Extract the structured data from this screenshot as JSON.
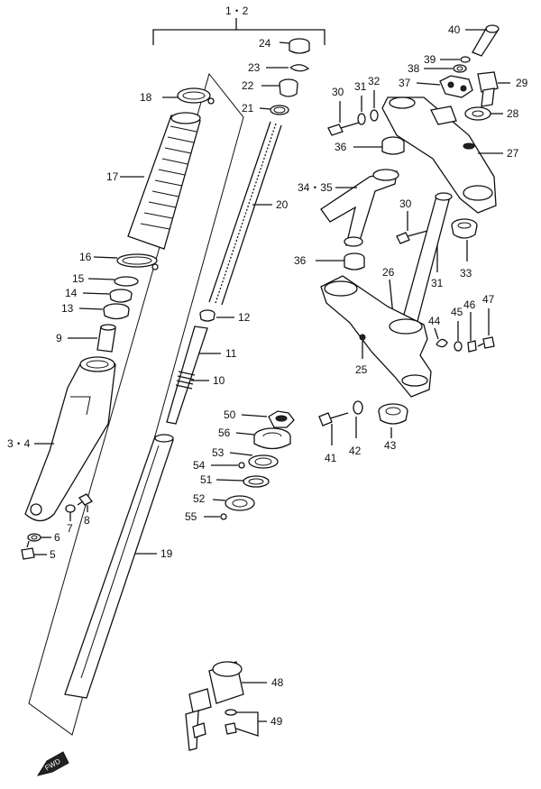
{
  "labels": {
    "l_12top": "1・2",
    "l24": "24",
    "l23": "23",
    "l22": "22",
    "l21": "21",
    "l20": "20",
    "l18": "18",
    "l17": "17",
    "l16": "16",
    "l15": "15",
    "l14": "14",
    "l13": "13",
    "l9": "9",
    "l34": "3・4",
    "l7": "7",
    "l8": "8",
    "l6": "6",
    "l5": "5",
    "l12": "12",
    "l11": "11",
    "l10": "10",
    "l19": "19",
    "l50": "50",
    "l56": "56",
    "l53": "53",
    "l54": "54",
    "l51": "51",
    "l52": "52",
    "l55": "55",
    "l40": "40",
    "l39": "39",
    "l38": "38",
    "l37": "37",
    "l29": "29",
    "l28": "28",
    "l27": "27",
    "l30a": "30",
    "l31a": "31",
    "l32": "32",
    "l36a": "36",
    "l3435": "34・35",
    "l30b": "30",
    "l36b": "36",
    "l26": "26",
    "l31b": "31",
    "l33": "33",
    "l44": "44",
    "l45": "45",
    "l46": "46",
    "l47": "47",
    "l25": "25",
    "l41": "41",
    "l42": "42",
    "l43": "43",
    "l48": "48",
    "l49": "49"
  },
  "fwd_badge": "FWD"
}
